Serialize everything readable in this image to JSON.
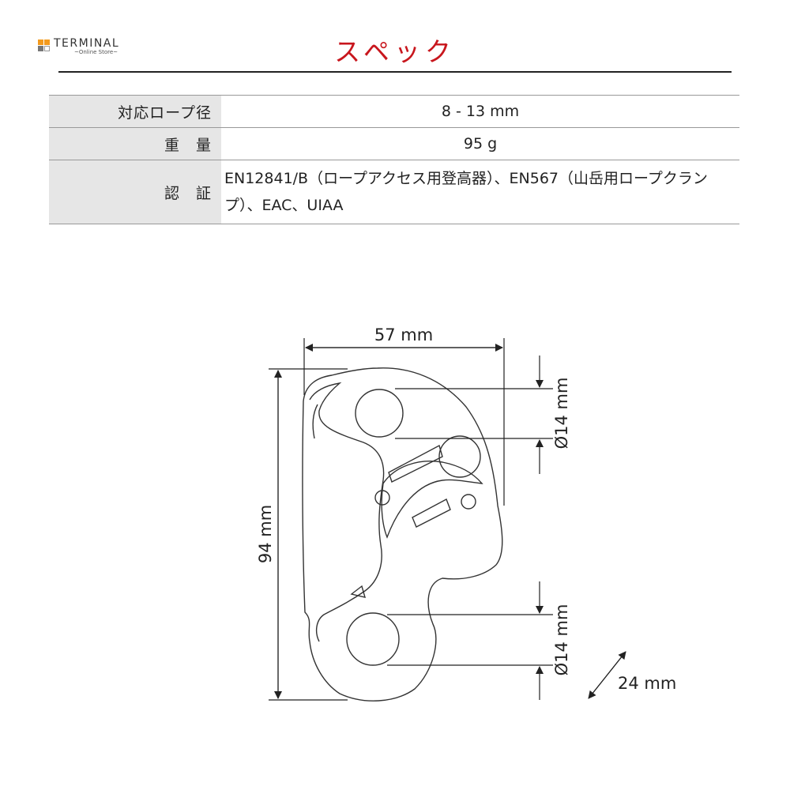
{
  "logo": {
    "name": "TERMINAL",
    "sub": "~Online Store~"
  },
  "header": {
    "title": "スペック"
  },
  "spec": {
    "rows": [
      {
        "label": "対応ロープ径",
        "value": "8 - 13 mm"
      },
      {
        "label": "重　量",
        "value": "95 g"
      },
      {
        "label": "認　証",
        "value": "EN12841/B（ロープアクセス用登高器）、EN567（山岳用ロープクランプ）、EAC、UIAA"
      }
    ]
  },
  "diagram": {
    "width_label": "57 mm",
    "height_label": "94 mm",
    "hole_top_label": "Ø14 mm",
    "hole_bottom_label": "Ø14 mm",
    "depth_label": "24 mm"
  },
  "colors": {
    "accent": "#c8161d",
    "logo_orange": "#f39a1d",
    "table_header_bg": "#e6e6e6"
  }
}
